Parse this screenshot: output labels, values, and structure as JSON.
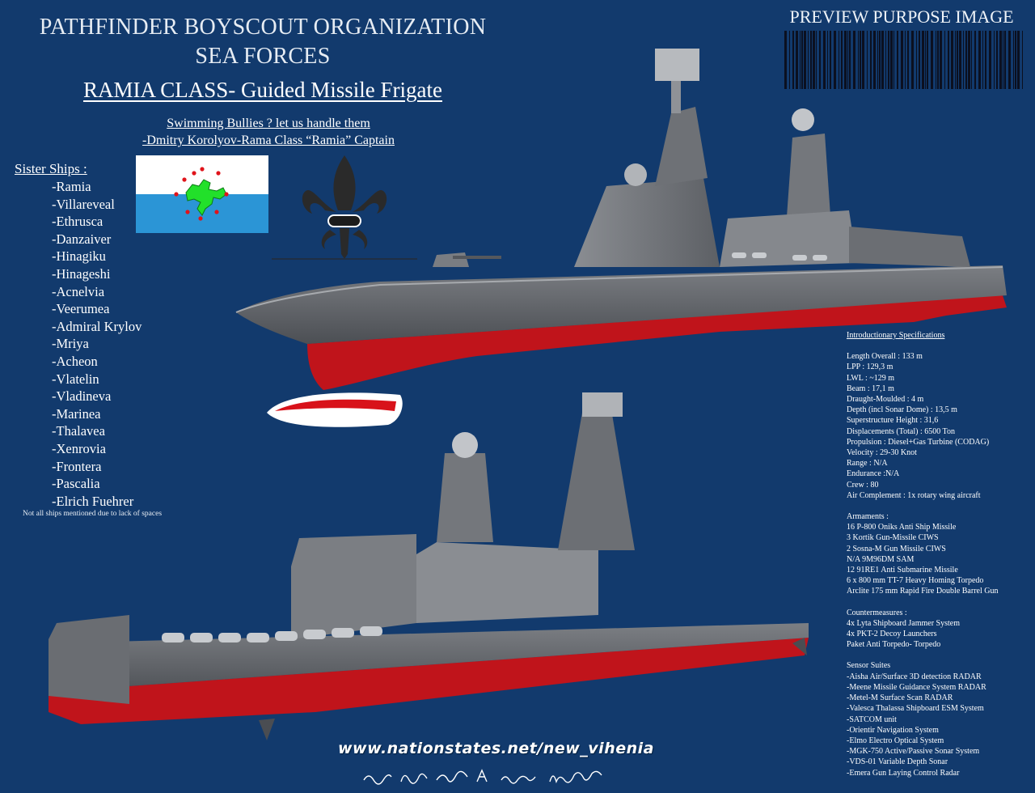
{
  "header": {
    "org_line1": "PATHFINDER BOYSCOUT ORGANIZATION",
    "org_line2": "SEA FORCES",
    "class_title": "RAMIA CLASS- Guided Missile Frigate",
    "motto_line1": "Swimming Bullies ? let us handle them",
    "motto_line2": "-Dmitry Korolyov-Rama Class “Ramia” Captain"
  },
  "preview_label": "PREVIEW PURPOSE IMAGE",
  "sister_ships": {
    "heading": "Sister Ships :",
    "items": [
      "-Ramia",
      "-Villareveal",
      "-Ethrusca",
      "-Danzaiver",
      "-Hinagiku",
      "-Hinageshi",
      "-Acnelvia",
      "-Veerumea",
      "-Admiral Krylov",
      "-Mriya",
      "-Acheon",
      "-Vlatelin",
      "-Vladineva",
      "-Marinea",
      "-Thalavea",
      "-Xenrovia",
      "-Frontera",
      "-Pascalia",
      "-Elrich Fuehrer"
    ],
    "note": "Not all ships mentioned due to lack of spaces"
  },
  "specs": {
    "intro_heading": "Introductionary Specifications",
    "intro": [
      "Length Overall : 133 m",
      "LPP : 129,3 m",
      "LWL : ~129 m",
      "Beam : 17,1 m",
      "Draught-Moulded : 4 m",
      "Depth (incl Sonar Dome) : 13,5 m",
      "Superstructure Height : 31,6",
      "Displacements (Total) : 6500 Ton",
      "Propulsion : Diesel+Gas Turbine (CODAG)",
      "Velocity :  29-30 Knot",
      "Range : N/A",
      "Endurance :N/A",
      "Crew : 80",
      "Air Complement : 1x rotary wing aircraft"
    ],
    "armaments_heading": "Armaments :",
    "armaments": [
      "16 P-800 Oniks Anti Ship Missile",
      "3 Kortik Gun-Missile CIWS",
      "2 Sosna-M Gun Missile CIWS",
      "N/A  9M96DM SAM",
      "12 91RE1 Anti Submarine Missile",
      "6 x 800 mm TT-7 Heavy Homing Torpedo",
      "Arclite 175 mm Rapid Fire Double Barrel Gun"
    ],
    "countermeasures_heading": "Countermeasures :",
    "countermeasures": [
      "4x Lyta Shipboard Jammer System",
      "4x PKT-2 Decoy Launchers",
      "Paket Anti Torpedo- Torpedo"
    ],
    "sensors_heading": "Sensor Suites",
    "sensors": [
      "-Aisha Air/Surface 3D detection RADAR",
      "-Meene Missile Guidance System RADAR",
      "-Metel-M Surface Scan RADAR",
      "-Valesca Thalassa Shipboard ESM System",
      "-SATCOM unit",
      "-Orientir Navigation System",
      "-Elmo Electro Optical System",
      "-MGK-750 Active/Passive Sonar System",
      "-VDS-01 Variable Depth Sonar",
      "-Emera Gun  Laying Control Radar"
    ]
  },
  "website": "www.nationstates.net/new_vihenia",
  "colors": {
    "background": "#123a6d",
    "hull_red": "#c0141b",
    "hull_gray": "#6a6d72",
    "flag_white": "#ffffff",
    "flag_blue": "#2b95d6",
    "flag_green": "#22e02a",
    "emblem": "#2a2a2a"
  }
}
